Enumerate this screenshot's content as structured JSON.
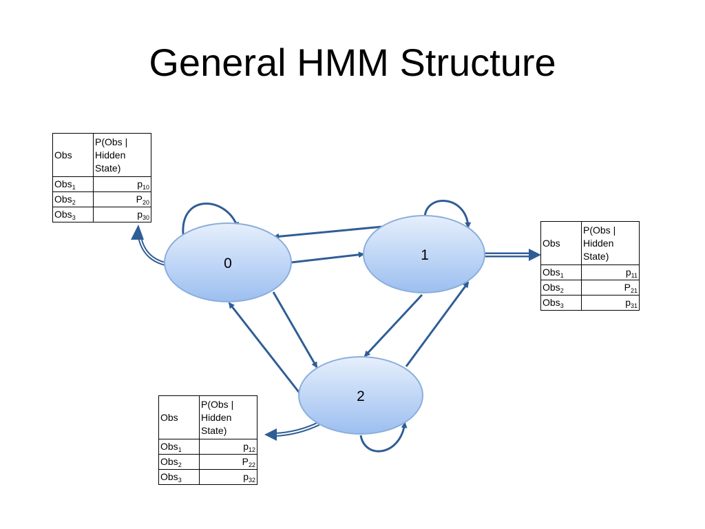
{
  "slide": {
    "title": "General HMM Structure"
  },
  "states": [
    {
      "label": "0"
    },
    {
      "label": "1"
    },
    {
      "label": "2"
    }
  ],
  "emission_tables": [
    {
      "state": "0",
      "header": {
        "obs": "Obs",
        "prob": "P(Obs | Hidden State)"
      },
      "rows": [
        {
          "obs": "Obs",
          "obs_sub": "1",
          "p": "p",
          "p_sub": "10"
        },
        {
          "obs": "Obs",
          "obs_sub": "2",
          "p": "P",
          "p_sub": "20"
        },
        {
          "obs": "Obs",
          "obs_sub": "3",
          "p": "p",
          "p_sub": "30"
        }
      ]
    },
    {
      "state": "1",
      "header": {
        "obs": "Obs",
        "prob": "P(Obs | Hidden State)"
      },
      "rows": [
        {
          "obs": "Obs",
          "obs_sub": "1",
          "p": "p",
          "p_sub": "11"
        },
        {
          "obs": "Obs",
          "obs_sub": "2",
          "p": "P",
          "p_sub": "21"
        },
        {
          "obs": "Obs",
          "obs_sub": "3",
          "p": "p",
          "p_sub": "31"
        }
      ]
    },
    {
      "state": "2",
      "header": {
        "obs": "Obs",
        "prob": "P(Obs | Hidden State)"
      },
      "rows": [
        {
          "obs": "Obs",
          "obs_sub": "1",
          "p": "p",
          "p_sub": "12"
        },
        {
          "obs": "Obs",
          "obs_sub": "2",
          "p": "P",
          "p_sub": "22"
        },
        {
          "obs": "Obs",
          "obs_sub": "3",
          "p": "p",
          "p_sub": "32"
        }
      ]
    }
  ],
  "colors": {
    "arrow": "#2f5d95",
    "node_top": "#e4eefc",
    "node_bottom": "#9fc1f0",
    "node_stroke": "#8aaedc"
  }
}
